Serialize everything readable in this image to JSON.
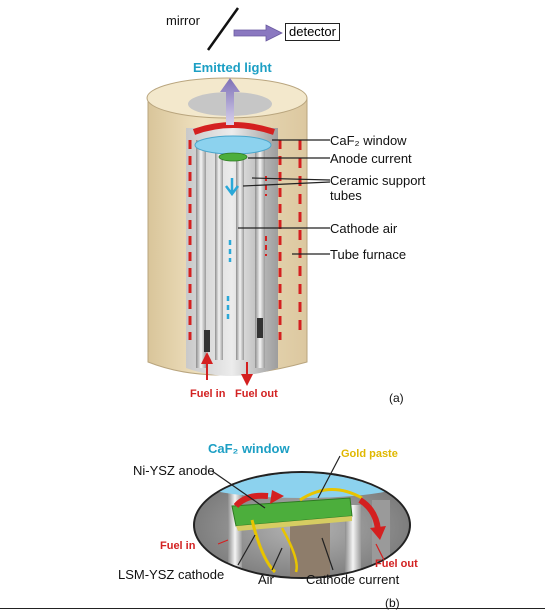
{
  "top": {
    "mirror": "mirror",
    "detector": "detector",
    "emitted_light": "Emitted light",
    "labels": {
      "caf2_window": "CaF₂ window",
      "anode_current": "Anode current",
      "ceramic_support_1": "Ceramic support",
      "ceramic_support_2": "tubes",
      "cathode_air": "Cathode air",
      "tube_furnace": "Tube furnace"
    },
    "fuel_in": "Fuel in",
    "fuel_out": "Fuel out",
    "panel": "(a)"
  },
  "bottom": {
    "caf2_window": "CaF₂ window",
    "gold_paste": "Gold paste",
    "ni_ysz_anode": "Ni-YSZ anode",
    "fuel_in": "Fuel in",
    "fuel_out": "Fuel out",
    "lsm_ysz_cathode": "LSM-YSZ cathode",
    "air": "Air",
    "cathode_current": "Cathode current",
    "panel": "(b)"
  },
  "colors": {
    "furnace": "#e9d9b4",
    "window": "#8cd2ee",
    "anode": "#4cae3c",
    "heater_red": "#d42020",
    "gas_cyan": "#2aa8d8",
    "gold": "#e8c400",
    "arrow_purple": "#8c7cbf"
  }
}
